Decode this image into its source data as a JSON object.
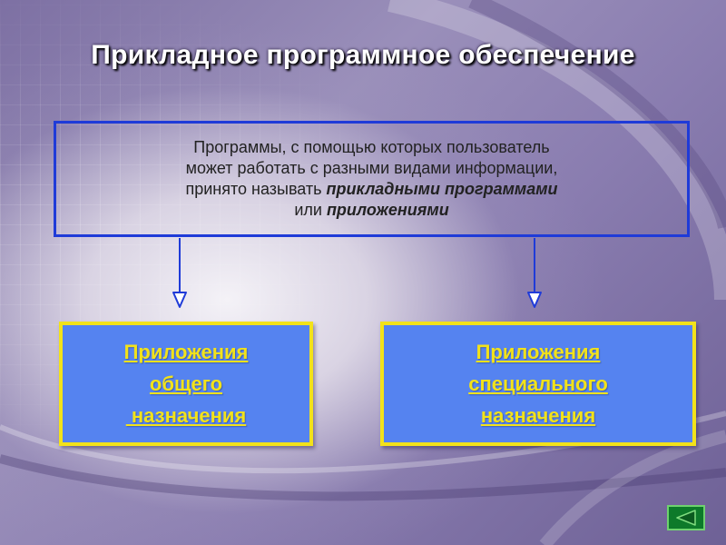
{
  "slide": {
    "title": "Прикладное программное обеспечение",
    "definition": {
      "line1": "Программы, с помощью которых пользователь",
      "line2": "может работать с разными видами информации,",
      "line3_prefix": "принято называть ",
      "line3_emphasis": "прикладными программами",
      "line4_prefix": "или ",
      "line4_emphasis": "приложениями"
    },
    "categories": [
      {
        "line1": "Приложения",
        "line2": "общего",
        "line3": " назначения"
      },
      {
        "line1": "Приложения",
        "line2": "специального",
        "line3": "назначения"
      }
    ],
    "navigation": {
      "back_icon": "back-arrow-icon"
    },
    "colors": {
      "frame_blue": "#1f3bd8",
      "box_fill": "#5583f0",
      "box_border_and_text": "#f2e21a",
      "nav_green": "#0d7a2a"
    }
  }
}
